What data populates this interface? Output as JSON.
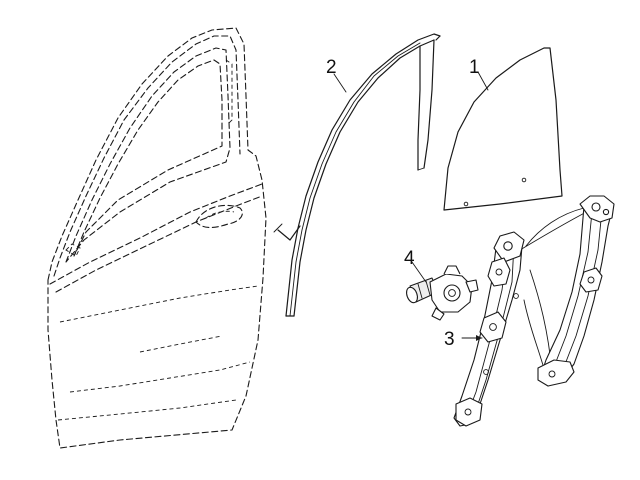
{
  "callouts": {
    "window_glass": "1",
    "window_run_channel": "2",
    "window_regulator": "3",
    "regulator_motor": "4"
  },
  "colors": {
    "line": "#1a1a1a",
    "background": "#ffffff"
  }
}
